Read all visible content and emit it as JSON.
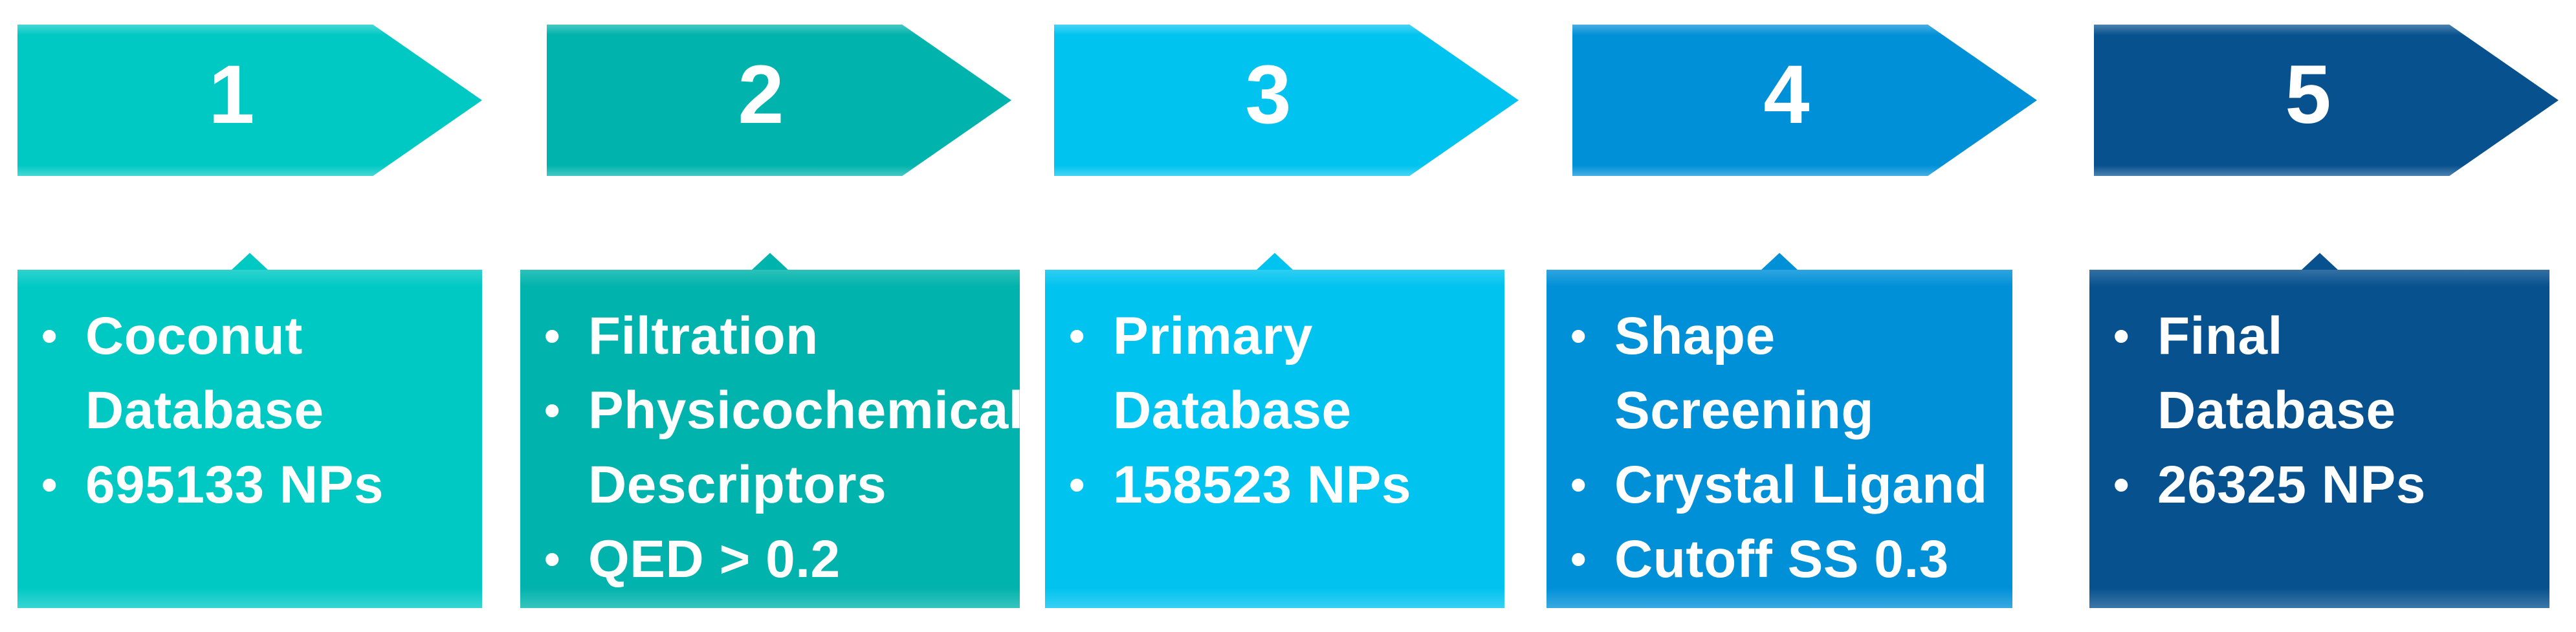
{
  "figure": {
    "type": "process-flow",
    "background_color": "#ffffff",
    "text_color": "#ffffff",
    "bullet_marker": "dot"
  },
  "steps": [
    {
      "number": "1",
      "color": "#00c9c4",
      "bullets": [
        {
          "lines": [
            "Coconut",
            "Database"
          ]
        },
        {
          "lines": [
            "695133 NPs"
          ]
        }
      ]
    },
    {
      "number": "2",
      "color": "#00b3ac",
      "bullets": [
        {
          "lines": [
            "Filtration"
          ]
        },
        {
          "lines": [
            "Physicochemical",
            "Descriptors"
          ]
        },
        {
          "lines": [
            "QED > 0.2"
          ]
        }
      ]
    },
    {
      "number": "3",
      "color": "#00c3ef",
      "bullets": [
        {
          "lines": [
            "Primary",
            "Database"
          ]
        },
        {
          "lines": [
            "158523 NPs"
          ]
        }
      ]
    },
    {
      "number": "4",
      "color": "#0090d8",
      "bullets": [
        {
          "lines": [
            "Shape",
            "Screening"
          ]
        },
        {
          "lines": [
            "Crystal Ligand"
          ]
        },
        {
          "lines": [
            "Cutoff SS 0.3"
          ]
        }
      ]
    },
    {
      "number": "5",
      "color": "#07518f",
      "bullets": [
        {
          "lines": [
            "Final",
            "Database"
          ]
        },
        {
          "lines": [
            "26325 NPs"
          ]
        }
      ]
    }
  ]
}
